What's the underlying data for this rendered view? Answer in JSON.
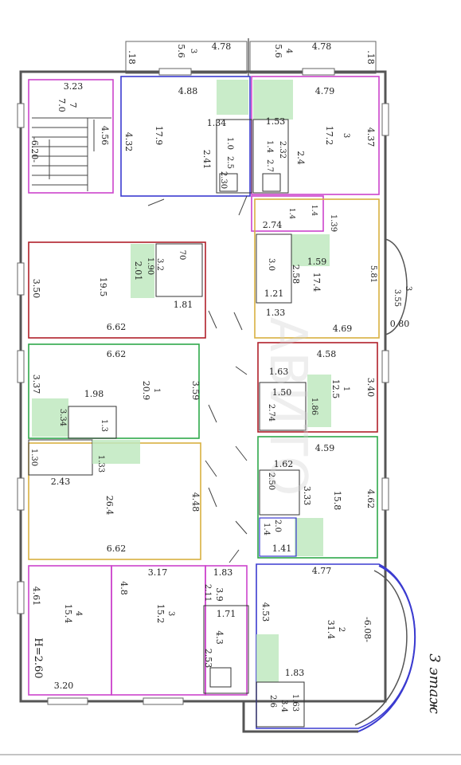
{
  "colors": {
    "outer_wall": "#555555",
    "magenta": "#cc44cc",
    "blue": "#3b3bd0",
    "red": "#b0202a",
    "green": "#2fa84a",
    "gold": "#d8b040",
    "wet_zone": "#bfe9bf"
  },
  "floor": {
    "label": "3 этаж",
    "ceiling_height": "H=2.60"
  },
  "balconies": [
    {
      "width": "4.78",
      "side": ".18",
      "fraction": [
        "3",
        "5.6"
      ]
    },
    {
      "width": "4.78",
      "side": ".18",
      "fraction": [
        "4",
        "5.6"
      ]
    }
  ],
  "stair": {
    "width": "3.23",
    "num": "7",
    "area": "7.0",
    "run": "4.56",
    "level": "-6.20-"
  },
  "rooms": [
    {
      "id": "room-top-left",
      "width": "4.88",
      "height": "4.32",
      "num": "",
      "area": "17.9",
      "bath_dims": [
        "1.34",
        "2.41",
        "2.30"
      ],
      "bath_area": [
        "1.0",
        "2.5"
      ]
    },
    {
      "id": "room-top-right",
      "width": "4.79",
      "height": "4.37",
      "num": "3",
      "area": "17.2",
      "bath_dims": [
        "1.53",
        "2.4",
        "2.32"
      ],
      "bath_area": [
        "1.4",
        "2.7"
      ]
    },
    {
      "id": "room-left-2",
      "width": "6.62",
      "height": "3.50",
      "num": "",
      "area": "19.5",
      "bath_dims": [
        "2.01",
        "1.81"
      ],
      "bath_area": [
        "3.2",
        "1.90"
      ],
      "bath_small": "70"
    },
    {
      "id": "room-left-3",
      "width": "6.62",
      "height": "3.37",
      "num": "1",
      "area": "20.9",
      "height2": "3.59",
      "bath_dims": [
        "1.98",
        "3.34"
      ],
      "bath_area": [
        "1.3"
      ]
    },
    {
      "id": "room-left-4",
      "width": "6.62",
      "height": "4.48",
      "num": "",
      "area": "26.4",
      "bath_dims": [
        "2.43",
        "1.33",
        "1.30"
      ]
    },
    {
      "id": "room-bottom-left",
      "width": "3.20",
      "height": "4.61",
      "num": "4",
      "area": "15.4"
    },
    {
      "id": "room-bottom-mid",
      "width": "3.17",
      "height": "4.8",
      "num": "3",
      "area": "15.2",
      "hall": [
        "1.83",
        "3.9",
        "2.11"
      ],
      "bath_dims": [
        "1.71",
        "4.3",
        "2.53"
      ]
    },
    {
      "id": "room-right-1",
      "width": "4.69",
      "height": "1.33",
      "num": "",
      "area": "17.4",
      "bath_dims": [
        "1.59",
        "2.58",
        "1.21",
        "3.0"
      ],
      "top": "2.74",
      "small": [
        "1.39",
        "1.4",
        "1.4"
      ]
    },
    {
      "id": "room-right-2",
      "width": "4.58",
      "height": "3.40",
      "num": "1",
      "area": "12.5",
      "bath_dims": [
        "1.63",
        "1.50",
        "1.86",
        "2.74"
      ]
    },
    {
      "id": "room-right-3",
      "width": "4.59",
      "height": "4.62",
      "num": "",
      "area": "15.8",
      "bath_dims": [
        "1.62",
        "2.50",
        "3.33",
        "1.41"
      ],
      "closet": [
        "2.0",
        "1.4"
      ]
    },
    {
      "id": "room-round",
      "width": "4.77",
      "height": "4.53",
      "num": "2",
      "area": "31.4",
      "level": "-6.08-",
      "bath_dims": [
        "1.83",
        "1.63"
      ],
      "bath_area": [
        "2.6",
        "3.4"
      ]
    }
  ],
  "bay": {
    "num": "3",
    "area": "3.55",
    "depth": "0.80",
    "side": "5.81"
  },
  "watermark": "АВИТО"
}
